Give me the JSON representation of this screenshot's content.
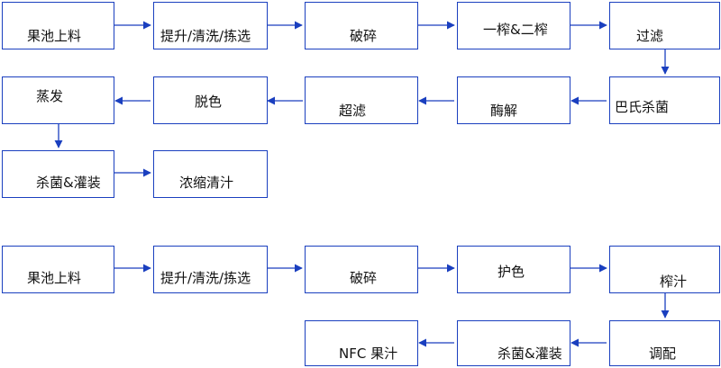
{
  "flow_concentrate": {
    "step_1": "果池上料",
    "step_2": "提升/清洗/拣选",
    "step_3": "破碎",
    "step_4": "一榨&二榨",
    "step_5": "过滤",
    "step_6": "巴氏杀菌",
    "step_7": "酶解",
    "step_8": "超滤",
    "step_9": "脱色",
    "step_10": "蒸发",
    "step_11": "杀菌&灌装",
    "step_12": "浓缩清汁"
  },
  "flow_nfc": {
    "step_1": "果池上料",
    "step_2": "提升/清洗/拣选",
    "step_3": "破碎",
    "step_4": "护色",
    "step_5": "榨汁",
    "step_6": "调配",
    "step_7": "杀菌&灌装",
    "step_8": "NFC 果汁"
  },
  "style": {
    "box_border": "#1a3fbf",
    "arrow_color": "#1a3fbf"
  }
}
